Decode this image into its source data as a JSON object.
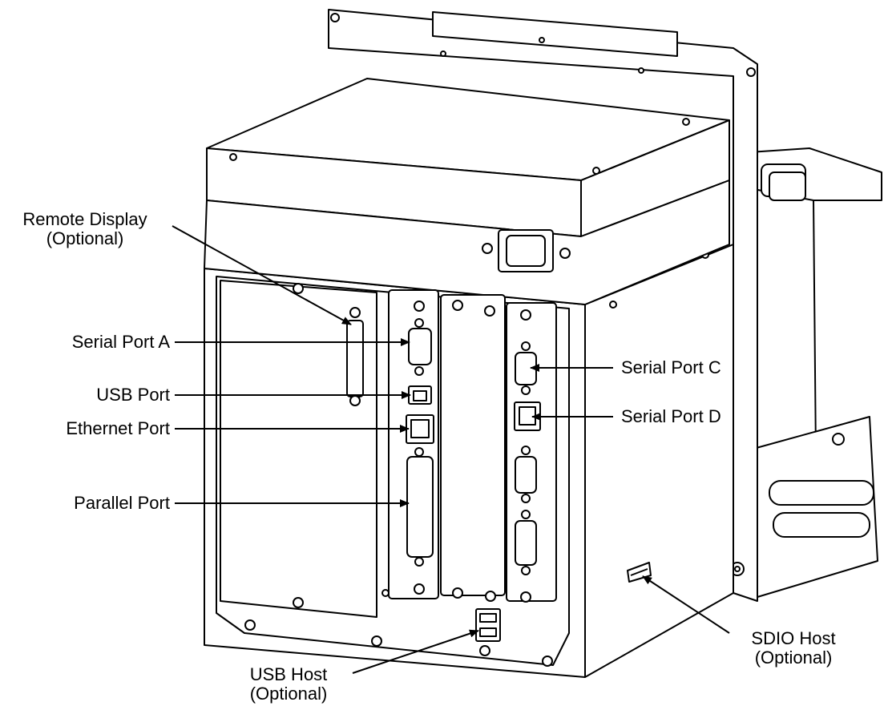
{
  "callouts": {
    "remote_display": {
      "line1": "Remote Display",
      "line2": "(Optional)"
    },
    "serial_port_a": "Serial Port A",
    "usb_port": "USB Port",
    "ethernet_port": "Ethernet Port",
    "parallel_port": "Parallel Port",
    "serial_port_c": "Serial Port C",
    "serial_port_d": "Serial Port D",
    "sdio_host": {
      "line1": "SDIO Host",
      "line2": "(Optional)"
    },
    "usb_host": {
      "line1": "USB Host",
      "line2": "(Optional)"
    }
  }
}
